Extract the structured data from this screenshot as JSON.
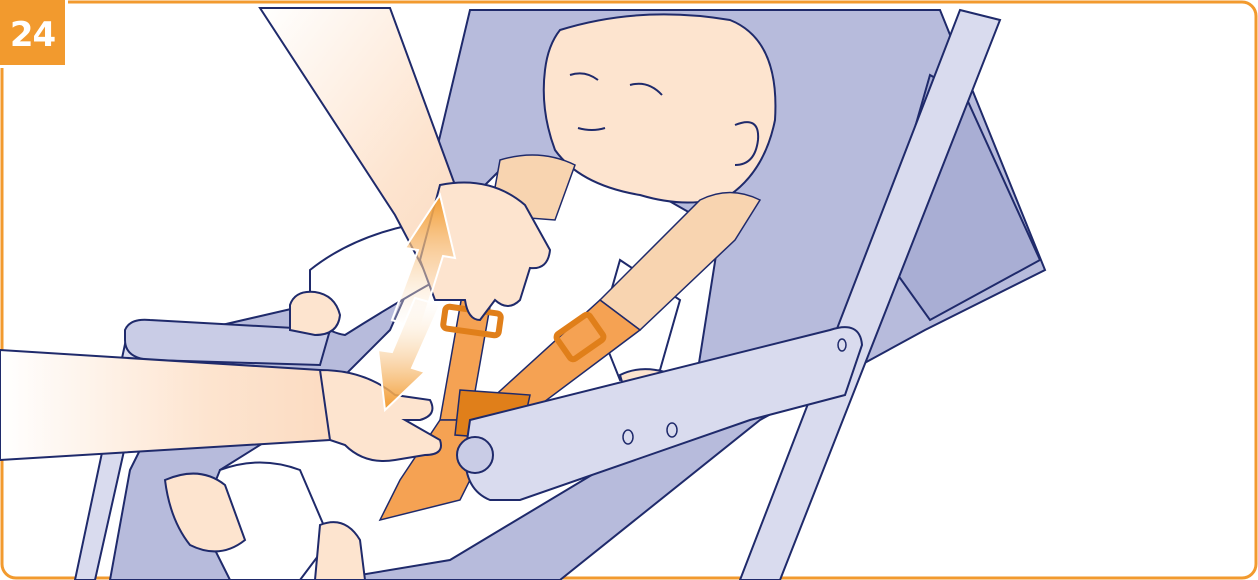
{
  "step": {
    "number": "24"
  },
  "colors": {
    "accent_orange": "#f29a2e",
    "strap_orange": "#f5a253",
    "pad_peach": "#f8d4b0",
    "skin": "#fde4cf",
    "seat_lavender": "#b7bbdc",
    "outline_navy": "#1f2a6b",
    "arrow_gradient_start": "#f29a2e",
    "frame_border": "#f29a2e"
  },
  "illustration": {
    "subject": "baby-in-stroller-harness",
    "arrows": "double-arrow-up-down"
  }
}
